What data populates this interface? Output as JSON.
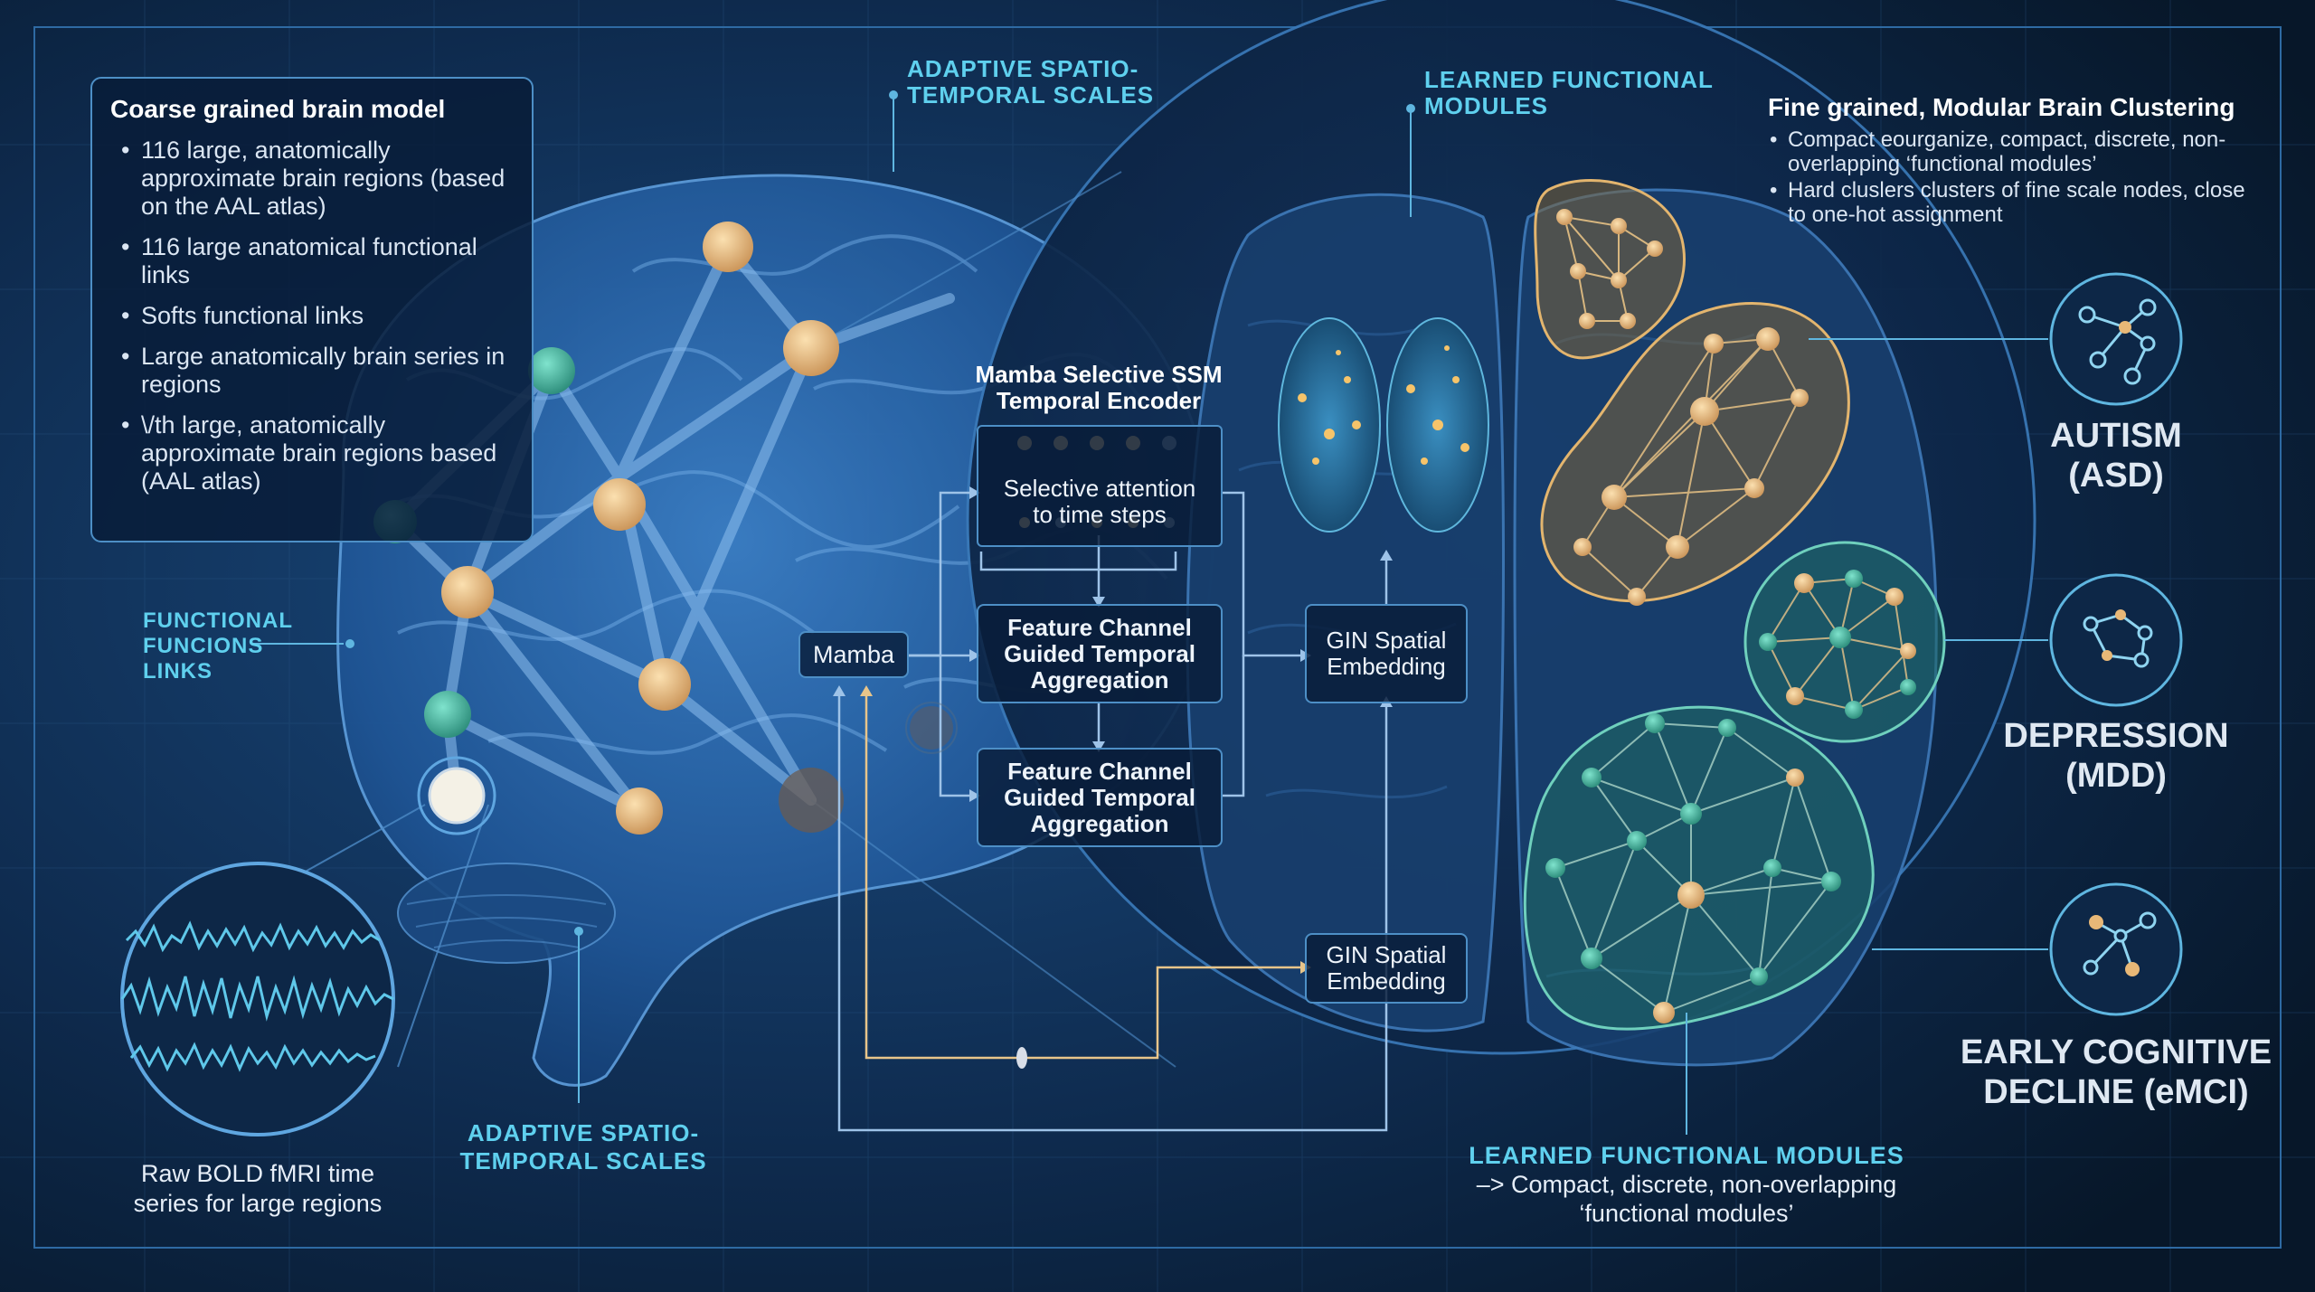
{
  "coarse_panel": {
    "title": "Coarse grained brain model",
    "items": [
      "116 large, anatomically approximate brain regions (based on the AAL atlas)",
      "116 large anatomical functional links",
      "Softs functional links",
      "Large anatomically brain series in regions",
      "\\/th large, anatomically approximate brain regions based (AAL atlas)"
    ]
  },
  "labels": {
    "adaptive_top": "ADAPTIVE SPATIO-TEMPORAL SCALES",
    "adaptive_bottom": "ADAPTIVE SPATIO-TEMPORAL SCALES",
    "learned_top": "LEARNED FUNCTIONAL MODULES",
    "functional_links": "FUNCTIONAL FUNCIONS LINKS",
    "raw_bold": "Raw BOLD fMRI time series for large regions"
  },
  "pipeline": {
    "encoder_title": "Mamba Selective SSM Temporal Encoder",
    "selective_attention": "Selective attention to time steps",
    "mamba": "Mamba",
    "aggregation_1": "Feature Channel Guided Temporal Aggregation",
    "aggregation_2": "Feature Channel Guided Temporal Aggregation",
    "gin_1": "GIN Spatial Embedding",
    "gin_2": "GIN Spatial Embedding"
  },
  "fine_panel": {
    "title": "Fine grained, Modular Brain Clustering",
    "items": [
      "Compact eourganize, compact, discrete, non-overlapping ‘functional modules’",
      "Hard cluslers clusters of fine scale nodes, close to one-hot assignment"
    ]
  },
  "learned_bottom": {
    "title": "LEARNED FUNCTIONAL MODULES",
    "line1": "–> Compact, discrete, non-overlapping",
    "line2": "‘functional modules’"
  },
  "outcomes": [
    {
      "line1": "AUTISM",
      "line2": "(ASD)"
    },
    {
      "line1": "DEPRESSION",
      "line2": "(MDD)"
    },
    {
      "line1": "EARLY COGNITIVE",
      "line2": "DECLINE (eMCI)"
    }
  ],
  "colors": {
    "background": "#0a1e38",
    "accent_cyan": "#5fd0ee",
    "node_gold": "#e8b877",
    "node_teal": "#3fae9a",
    "box_border": "#4d8fc6"
  }
}
